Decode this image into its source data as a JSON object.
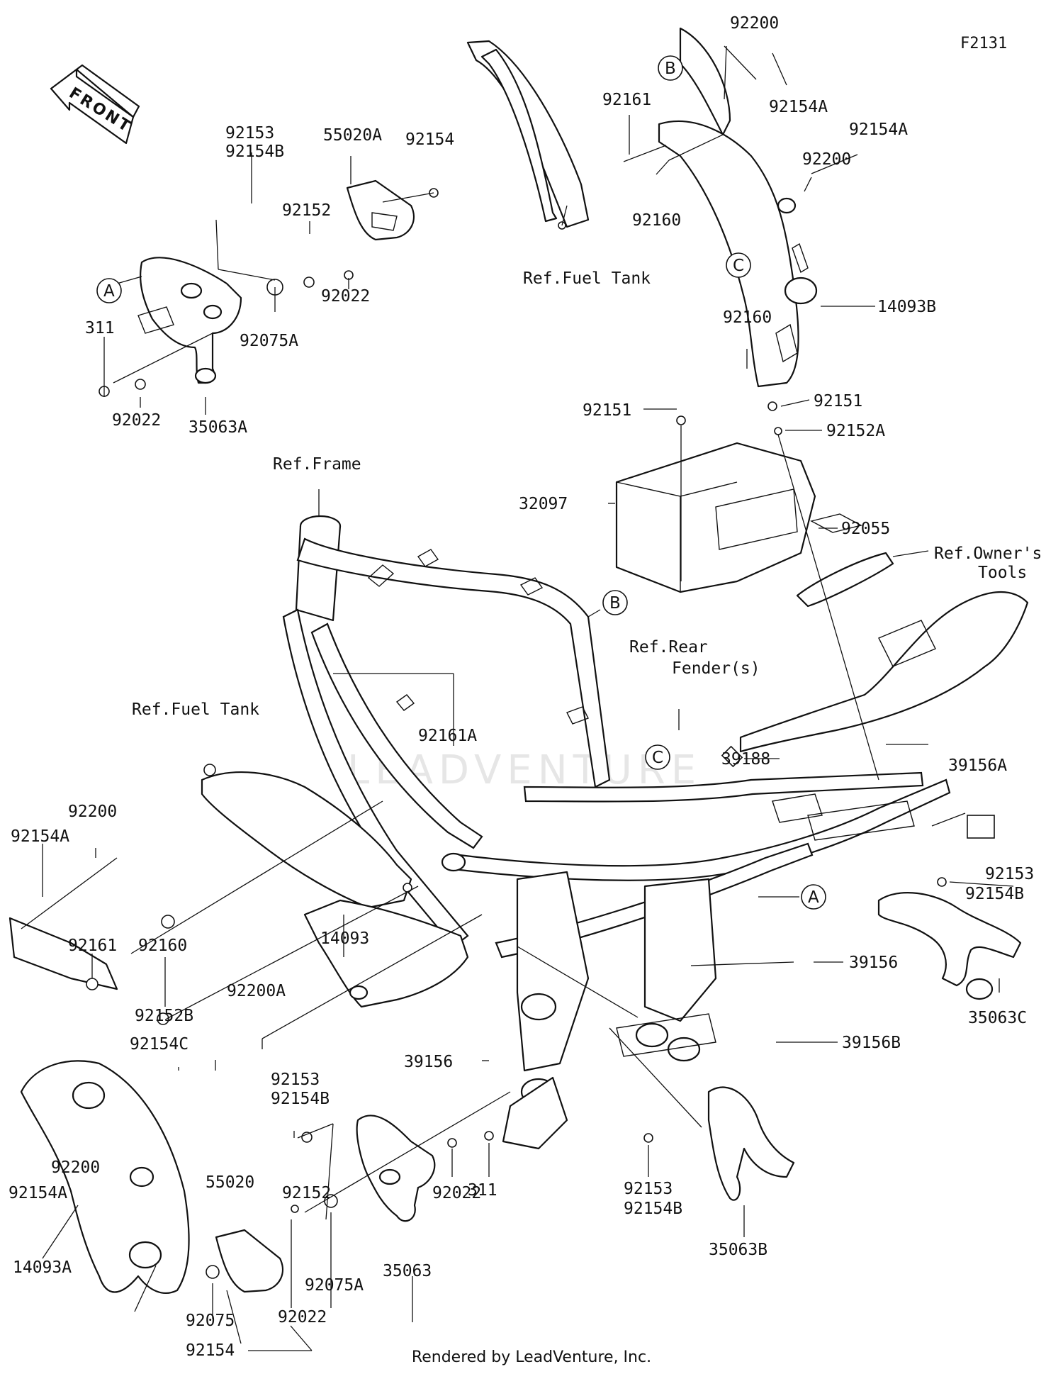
{
  "figure_id": "F2131",
  "footer": "Rendered by LeadVenture, Inc.",
  "watermark": "LEADVENTURE",
  "front_arrow_text": "FRONT",
  "reference_notes": [
    {
      "id": "ref-fuel-tank-top",
      "text": "Ref.Fuel Tank"
    },
    {
      "id": "ref-frame",
      "text": "Ref.Frame"
    },
    {
      "id": "ref-rear-fender-1",
      "text": "Ref.Rear"
    },
    {
      "id": "ref-rear-fender-2",
      "text": "Fender(s)"
    },
    {
      "id": "ref-owners-tools-1",
      "text": "Ref.Owner's"
    },
    {
      "id": "ref-owners-tools-2",
      "text": "Tools"
    },
    {
      "id": "ref-fuel-tank-left",
      "text": "Ref.Fuel Tank"
    }
  ],
  "callout_letters": [
    "A",
    "B",
    "C",
    "B",
    "C",
    "A"
  ],
  "part_labels": [
    "92200",
    "92154A",
    "92161",
    "92160",
    "92154A",
    "92200",
    "14093B",
    "92160",
    "92153",
    "92154B",
    "55020A",
    "92154",
    "92152",
    "92022",
    "92075A",
    "311",
    "92022",
    "35063A",
    "92151",
    "92151",
    "92152A",
    "32097",
    "92055",
    "92161A",
    "39188",
    "39156A",
    "92153",
    "92154B",
    "35063C",
    "39156",
    "39156B",
    "92200",
    "92154A",
    "92161",
    "92160",
    "14093",
    "92200A",
    "92152B",
    "92154C",
    "39156",
    "92153",
    "92154B",
    "92200",
    "92154A",
    "55020",
    "92152",
    "92022",
    "92075A",
    "311",
    "92022",
    "35063",
    "14093A",
    "92075",
    "92154",
    "92153",
    "92154B",
    "35063B"
  ]
}
